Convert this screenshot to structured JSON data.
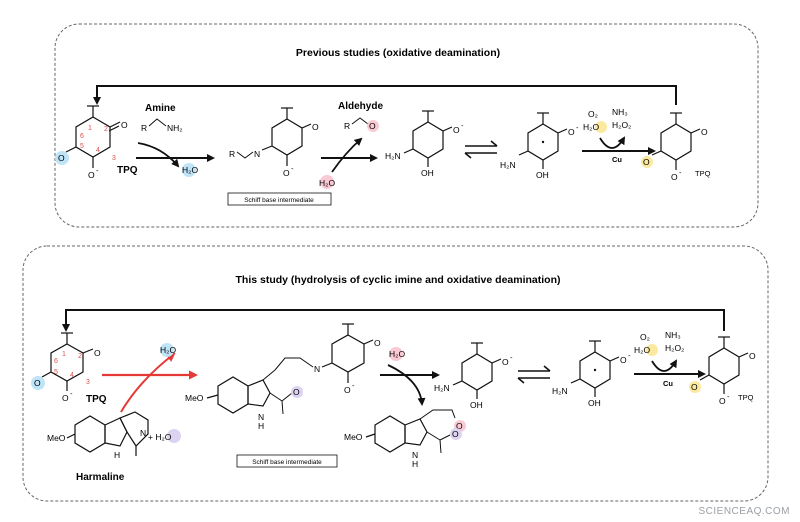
{
  "panel_top": {
    "title": "Previous studies (oxidative deamination)",
    "amine_label": "Amine",
    "amine_formula": "R",
    "amine_nh2": "NH₂",
    "tpq_label": "TPQ",
    "water_out": "H₂O",
    "schiff_r": "R",
    "schiff_n": "N",
    "schiff_box": "Schiff base intermediate",
    "aldehyde_label": "Aldehyde",
    "aldehyde_r": "R",
    "water_in": "H₂O",
    "aminoquinol_h2n": "H₂N",
    "aminoquinol_oh": "OH",
    "semiquinone_h2n": "H₂N",
    "semiquinone_oh": "OH",
    "o2": "O₂",
    "h2o": "H₂O",
    "nh3": "NH₃",
    "h2o2": "H₂O₂",
    "cu": "Cu",
    "tpq_right": "TPQ",
    "ring_numbers": [
      "1",
      "2",
      "3",
      "4",
      "5",
      "6"
    ]
  },
  "panel_bottom": {
    "title": "This study (hydrolysis of cyclic imine and oxidative deamination)",
    "tpq_label": "TPQ",
    "water_out": "H₂O",
    "harmaline_label": "Harmaline",
    "harmaline_meo": "MeO",
    "harmaline_n": "N",
    "harmaline_nh": "H",
    "plus_water": "+ H₂O",
    "schiff_meo": "MeO",
    "schiff_nh": "N",
    "schiff_h": "H",
    "schiff_n": "N",
    "schiff_box": "Schiff base intermediate",
    "water_in": "H₂O",
    "product_meo": "MeO",
    "product_nh": "N",
    "product_h": "H",
    "aminoquinol_h2n": "H₂N",
    "aminoquinol_oh": "OH",
    "semiquinone_h2n": "H₂N",
    "semiquinone_oh": "OH",
    "o2": "O₂",
    "h2o": "H₂O",
    "nh3": "NH₃",
    "h2o2": "H₂O₂",
    "cu": "Cu",
    "tpq_right": "TPQ",
    "ring_numbers": [
      "1",
      "2",
      "3",
      "4",
      "5",
      "6"
    ]
  },
  "watermark": "SCIENCEAQ.COM",
  "colors": {
    "red_arrow": "#e53935",
    "blue_highlight": "#bfe3f7",
    "pink_highlight": "#f9c9d4",
    "yellow_highlight": "#fbe9a0",
    "purple_highlight": "#ddd3f0",
    "ring_number": "#d9534f"
  }
}
